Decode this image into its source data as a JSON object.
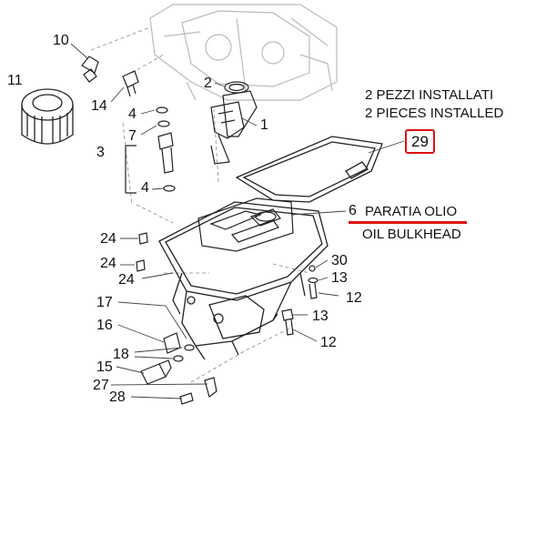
{
  "callouts": [
    "10",
    "11",
    "14",
    "2",
    "4",
    "7",
    "1",
    "3",
    "4",
    "24",
    "24",
    "24",
    "30",
    "13",
    "12",
    "17",
    "16",
    "18",
    "15",
    "13",
    "12",
    "27",
    "28"
  ],
  "notes": {
    "pieces_it": "2 PEZZI INSTALLATI",
    "pieces_en": "2 PIECES INSTALLED",
    "boxed_ref": "29",
    "part6_num": "6",
    "part6_it": "PARATIA OLIO",
    "part6_en": "OIL BULKHEAD"
  },
  "colors": {
    "highlight": "#dd1111",
    "line": "#222222",
    "leader": "#444444"
  }
}
